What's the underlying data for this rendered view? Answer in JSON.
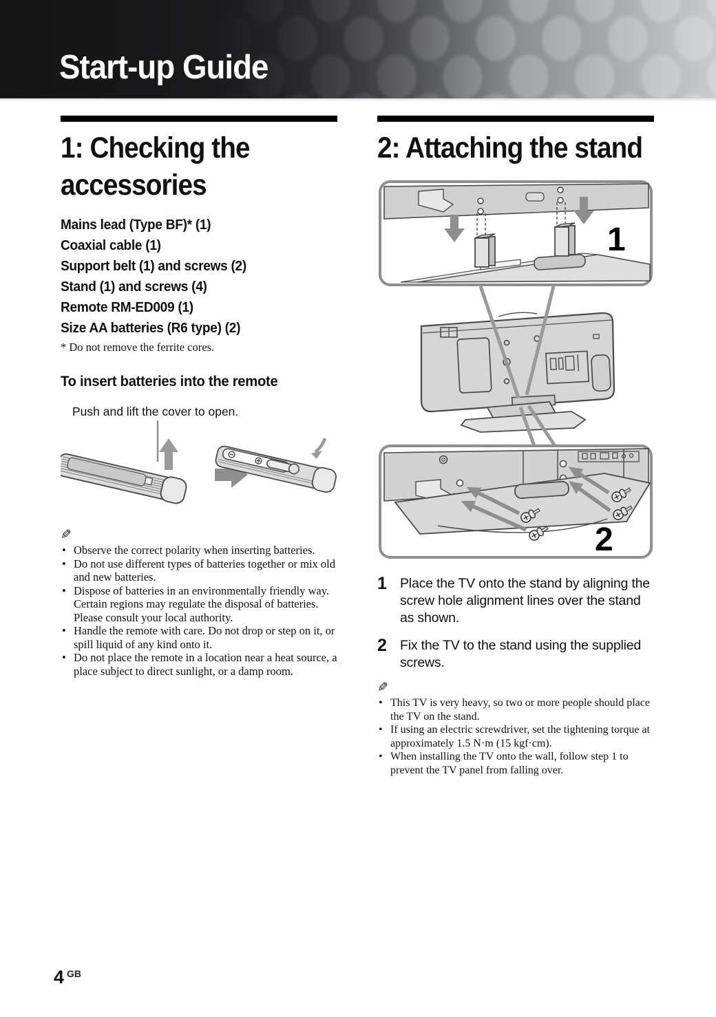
{
  "banner": {
    "title": "Start-up Guide"
  },
  "icons": {
    "note_icon_glyph": "✎"
  },
  "footer": {
    "page_number": "4",
    "region_code": "GB"
  },
  "section_checking": {
    "title": "1: Checking the accessories",
    "accessories": [
      "Mains lead (Type BF)* (1)",
      "Coaxial cable (1)",
      "Support belt (1) and screws (2)",
      "Stand (1) and screws (4)",
      "Remote RM-ED009 (1)",
      "Size AA batteries (R6 type) (2)"
    ],
    "footnote": "*  Do not remove the ferrite cores.",
    "battery_subheading": "To insert batteries into the remote",
    "figure_caption": "Push and lift the cover to open.",
    "notes": [
      "Observe the correct polarity when inserting batteries.",
      "Do not use different types of batteries together or mix old and new batteries.",
      "Dispose of batteries in an environmentally friendly way. Certain regions may regulate the disposal of batteries. Please consult your local authority.",
      "Handle the remote with care. Do not drop or step on it, or spill liquid of any kind onto it.",
      "Do not place the remote in a location near a heat source, a place subject to direct sunlight, or a damp room."
    ]
  },
  "section_stand": {
    "title": "2: Attaching the stand",
    "figure": {
      "step1_label": "1",
      "step2_label": "2"
    },
    "steps": [
      {
        "number": "1",
        "text": "Place the TV onto the stand by aligning the screw hole alignment lines over the stand as shown."
      },
      {
        "number": "2",
        "text": "Fix the TV to the stand using the supplied screws."
      }
    ],
    "notes": [
      "This TV is very heavy, so two or more people should place the TV on the stand.",
      "If using an electric screwdriver, set the tightening torque at approximately 1.5 N·m (15 kgf·cm).",
      "When installing the TV onto the wall, follow step 1 to prevent the TV panel from falling over."
    ]
  }
}
